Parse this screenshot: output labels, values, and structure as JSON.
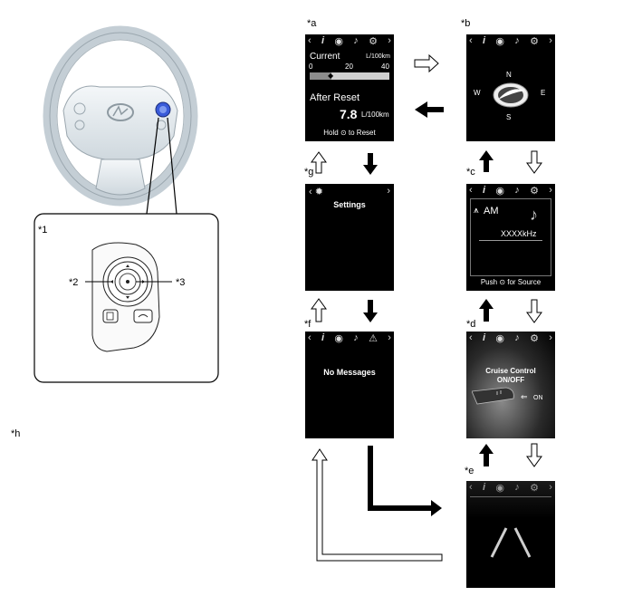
{
  "labels": {
    "a": "*a",
    "b": "*b",
    "c": "*c",
    "d": "*d",
    "e": "*e",
    "f": "*f",
    "g": "*g",
    "h": "*h",
    "n1": "*1",
    "n2": "*2",
    "n3": "*3"
  },
  "screen_a": {
    "current_label": "Current",
    "unit": "L/100km",
    "scale_ticks": [
      "0",
      "20",
      "40"
    ],
    "after_reset_label": "After Reset",
    "value": "7.8",
    "value_unit": "L/100km",
    "hold_text_1": "Hold",
    "hold_text_2": "to Reset"
  },
  "screen_b": {
    "compass": [
      "N",
      "W",
      "E",
      "S"
    ]
  },
  "screen_c": {
    "band": "AM",
    "frequency": "XXXXkHz",
    "push_text_1": "Push",
    "push_text_2": "for Source"
  },
  "screen_d": {
    "title_line1": "Cruise Control",
    "title_line2": "ON/OFF",
    "on_label": "ON"
  },
  "screen_f": {
    "message": "No Messages"
  },
  "screen_g": {
    "title": "Settings"
  },
  "colors": {
    "screen_bg": "#000000",
    "switch_blue": "#3a5bd9",
    "line": "#000000"
  }
}
